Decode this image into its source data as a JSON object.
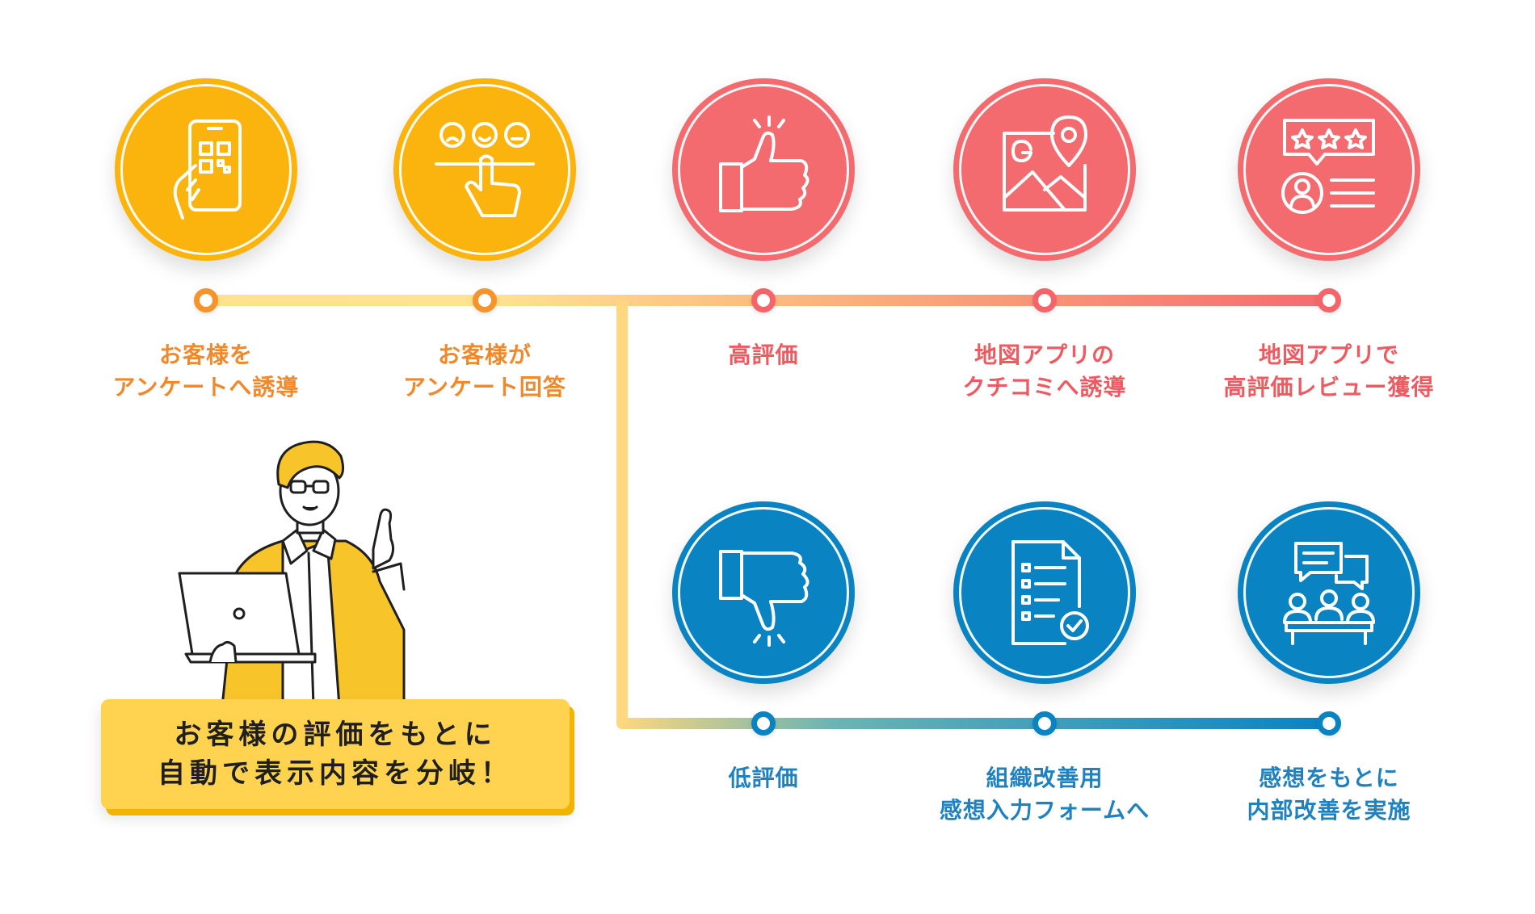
{
  "colors": {
    "yellow": "#fbb40d",
    "red": "#f36b6e",
    "blue": "#0a83c2",
    "text_orange": "#f1892a",
    "text_red": "#ee5a60",
    "text_blue": "#1e82c1",
    "callout_bg": "#ffd34f"
  },
  "steps": [
    {
      "icon": "phone-qr-code-icon",
      "lines": [
        "お客様を",
        "アンケートへ誘導"
      ]
    },
    {
      "icon": "satisfaction-survey-icon",
      "lines": [
        "お客様が",
        "アンケート回答"
      ]
    },
    {
      "icon": "thumbs-up-icon",
      "lines": [
        "高評価"
      ]
    },
    {
      "icon": "map-pin-google-icon",
      "lines": [
        "地図アプリの",
        "クチコミへ誘導"
      ]
    },
    {
      "icon": "star-review-icon",
      "lines": [
        "地図アプリで",
        "高評価レビュー獲得"
      ]
    },
    {
      "icon": "thumbs-down-icon",
      "lines": [
        "低評価"
      ]
    },
    {
      "icon": "document-checklist-icon",
      "lines": [
        "組織改善用",
        "感想入力フォームへ"
      ]
    },
    {
      "icon": "team-meeting-icon",
      "lines": [
        "感想をもとに",
        "内部改善を実施"
      ]
    }
  ],
  "callout": {
    "lines": [
      "お客様の評価をもとに",
      "自動で表示内容を分岐！"
    ]
  },
  "illustration": {
    "icon": "businessman-laptop-icon"
  }
}
